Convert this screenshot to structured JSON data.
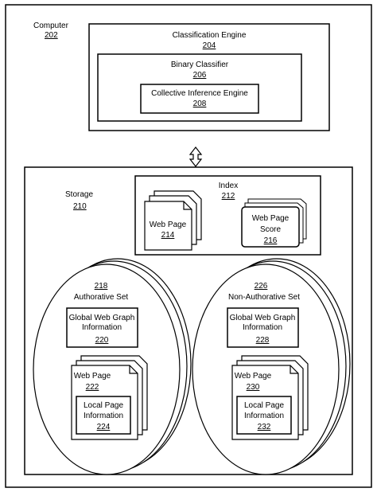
{
  "computer": {
    "label": "Computer",
    "ref": "202"
  },
  "classification_engine": {
    "label": "Classification Engine",
    "ref": "204"
  },
  "binary_classifier": {
    "label": "Binary Classifier",
    "ref": "206"
  },
  "collective_inference_engine": {
    "label": "Collective Inference Engine",
    "ref": "208"
  },
  "storage": {
    "label": "Storage",
    "ref": "210"
  },
  "index": {
    "label": "Index",
    "ref": "212"
  },
  "index_web_page": {
    "label": "Web Page",
    "ref": "214"
  },
  "web_page_score": {
    "line1": "Web Page",
    "line2": "Score",
    "ref": "216"
  },
  "authoritative_set": {
    "ref": "218",
    "label": "Authorative Set",
    "global_graph": {
      "line1": "Global Web Graph",
      "line2": "Information",
      "ref": "220"
    },
    "web_page": {
      "label": "Web Page",
      "ref": "222"
    },
    "local_info": {
      "line1": "Local Page",
      "line2": "Information",
      "ref": "224"
    }
  },
  "non_authoritative_set": {
    "ref": "226",
    "label": "Non-Authorative Set",
    "global_graph": {
      "line1": "Global Web Graph",
      "line2": "Information",
      "ref": "228"
    },
    "web_page": {
      "label": "Web Page",
      "ref": "230"
    },
    "local_info": {
      "line1": "Local Page",
      "line2": "Information",
      "ref": "232"
    }
  },
  "connector": {
    "icon": "double-arrow-icon"
  }
}
